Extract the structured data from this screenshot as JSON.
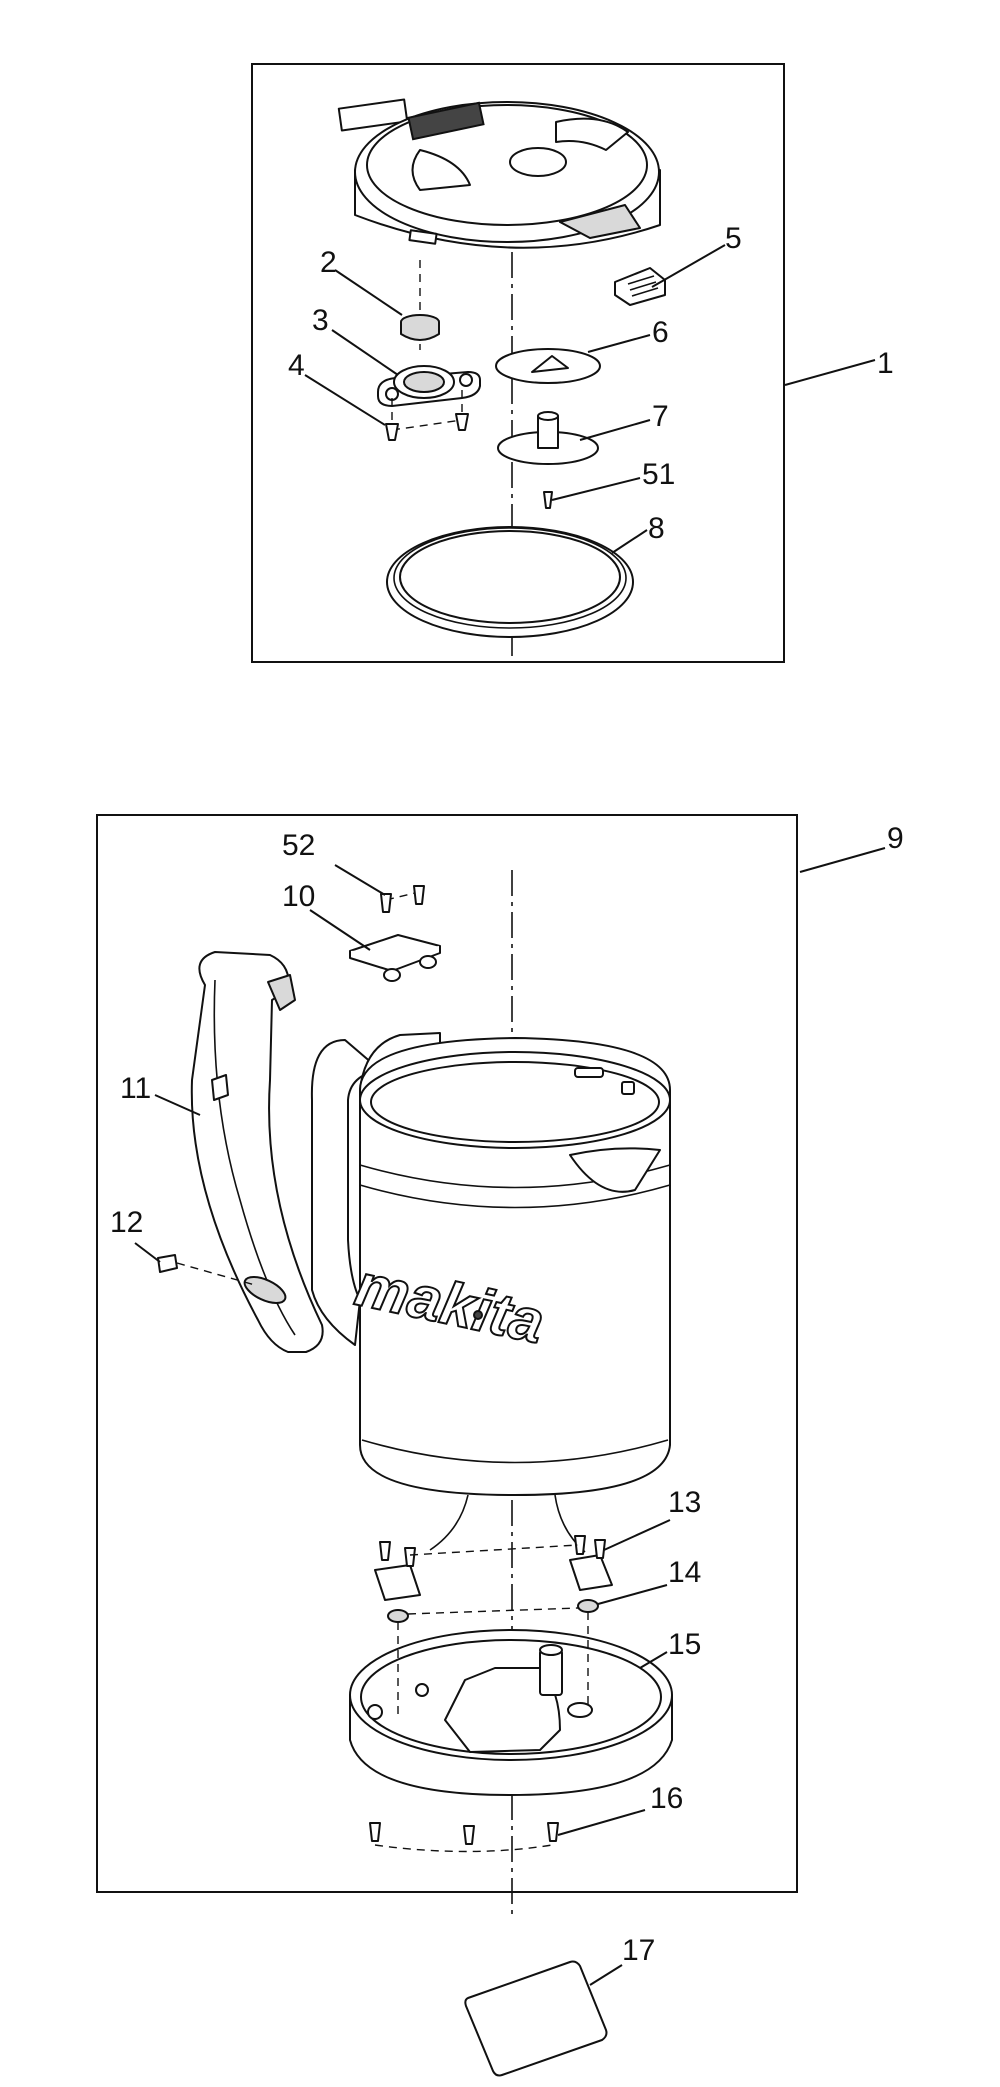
{
  "callouts": {
    "c1": "1",
    "c2": "2",
    "c3": "3",
    "c4": "4",
    "c5": "5",
    "c6": "6",
    "c7": "7",
    "c51": "51",
    "c8": "8",
    "c9": "9",
    "c52": "52",
    "c10": "10",
    "c11": "11",
    "c12": "12",
    "c13": "13",
    "c14": "14",
    "c15": "15",
    "c16": "16",
    "c17": "17"
  },
  "brand_logo": "makita"
}
